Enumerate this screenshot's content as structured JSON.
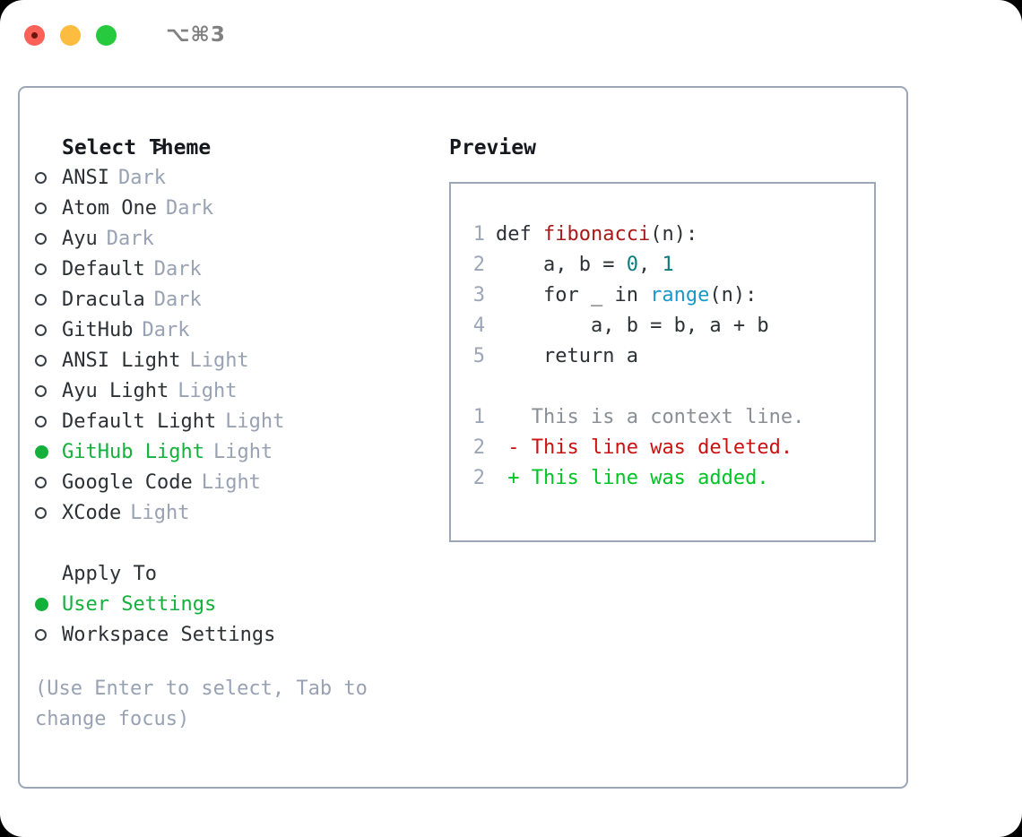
{
  "titlebar": {
    "shortcut": "⌥⌘3",
    "buttons": [
      "close",
      "minimize",
      "maximize"
    ]
  },
  "theme_picker": {
    "header": {
      "caret": ">",
      "title": "Select Theme"
    },
    "items": [
      {
        "marker": "ring",
        "name": "ANSI",
        "suffix": "Dark",
        "selected": false
      },
      {
        "marker": "ring",
        "name": "Atom One",
        "suffix": "Dark",
        "selected": false
      },
      {
        "marker": "ring",
        "name": "Ayu",
        "suffix": "Dark",
        "selected": false
      },
      {
        "marker": "ring",
        "name": "Default",
        "suffix": "Dark",
        "selected": false
      },
      {
        "marker": "ring",
        "name": "Dracula",
        "suffix": "Dark",
        "selected": false
      },
      {
        "marker": "ring",
        "name": "GitHub",
        "suffix": "Dark",
        "selected": false
      },
      {
        "marker": "ring",
        "name": "ANSI Light",
        "suffix": "Light",
        "selected": false
      },
      {
        "marker": "ring",
        "name": "Ayu Light",
        "suffix": "Light",
        "selected": false
      },
      {
        "marker": "ring",
        "name": "Default Light",
        "suffix": "Light",
        "selected": false
      },
      {
        "marker": "filled",
        "name": "GitHub Light",
        "suffix": "Light",
        "selected": true
      },
      {
        "marker": "ring",
        "name": "Google Code",
        "suffix": "Light",
        "selected": false
      },
      {
        "marker": "ring",
        "name": "XCode",
        "suffix": "Light",
        "selected": false
      }
    ]
  },
  "apply_to": {
    "title": "Apply To",
    "options": [
      {
        "marker": "filled",
        "name": "User Settings",
        "selected": true
      },
      {
        "marker": "ring",
        "name": "Workspace Settings",
        "selected": false
      }
    ]
  },
  "hint": "(Use Enter to select, Tab to change focus)",
  "preview": {
    "title": "Preview",
    "code_lines": [
      {
        "no": "1",
        "segments": [
          {
            "text": "def ",
            "type": "plain"
          },
          {
            "text": "fibonacci",
            "type": "fn"
          },
          {
            "text": "(n):",
            "type": "plain"
          }
        ]
      },
      {
        "no": "2",
        "segments": [
          {
            "text": "    a, b = ",
            "type": "plain"
          },
          {
            "text": "0",
            "type": "num"
          },
          {
            "text": ", ",
            "type": "plain"
          },
          {
            "text": "1",
            "type": "num"
          }
        ]
      },
      {
        "no": "3",
        "segments": [
          {
            "text": "    for _ in ",
            "type": "plain"
          },
          {
            "text": "range",
            "type": "call"
          },
          {
            "text": "(n):",
            "type": "plain"
          }
        ]
      },
      {
        "no": "4",
        "segments": [
          {
            "text": "        a, b = b, a + b",
            "type": "plain"
          }
        ]
      },
      {
        "no": "5",
        "segments": [
          {
            "text": "    return a",
            "type": "plain"
          }
        ]
      }
    ],
    "diff_lines": [
      {
        "no": "1",
        "sign": " ",
        "text": " This is a context line.",
        "kind": "context"
      },
      {
        "no": "2",
        "sign": "-",
        "text": " This line was deleted.",
        "kind": "deleted"
      },
      {
        "no": "2",
        "sign": "+",
        "text": " This line was added.",
        "kind": "added"
      }
    ]
  },
  "colors": {
    "selected_green": "#14b03c",
    "muted": "#98a2b3",
    "border": "#9ba6b6",
    "fn_red": "#a81818",
    "num_teal": "#0b7d7d",
    "call_blue": "#1a97c9",
    "diff_deleted": "#cc1111",
    "diff_added": "#00c423",
    "diff_context": "#8a8f96"
  }
}
